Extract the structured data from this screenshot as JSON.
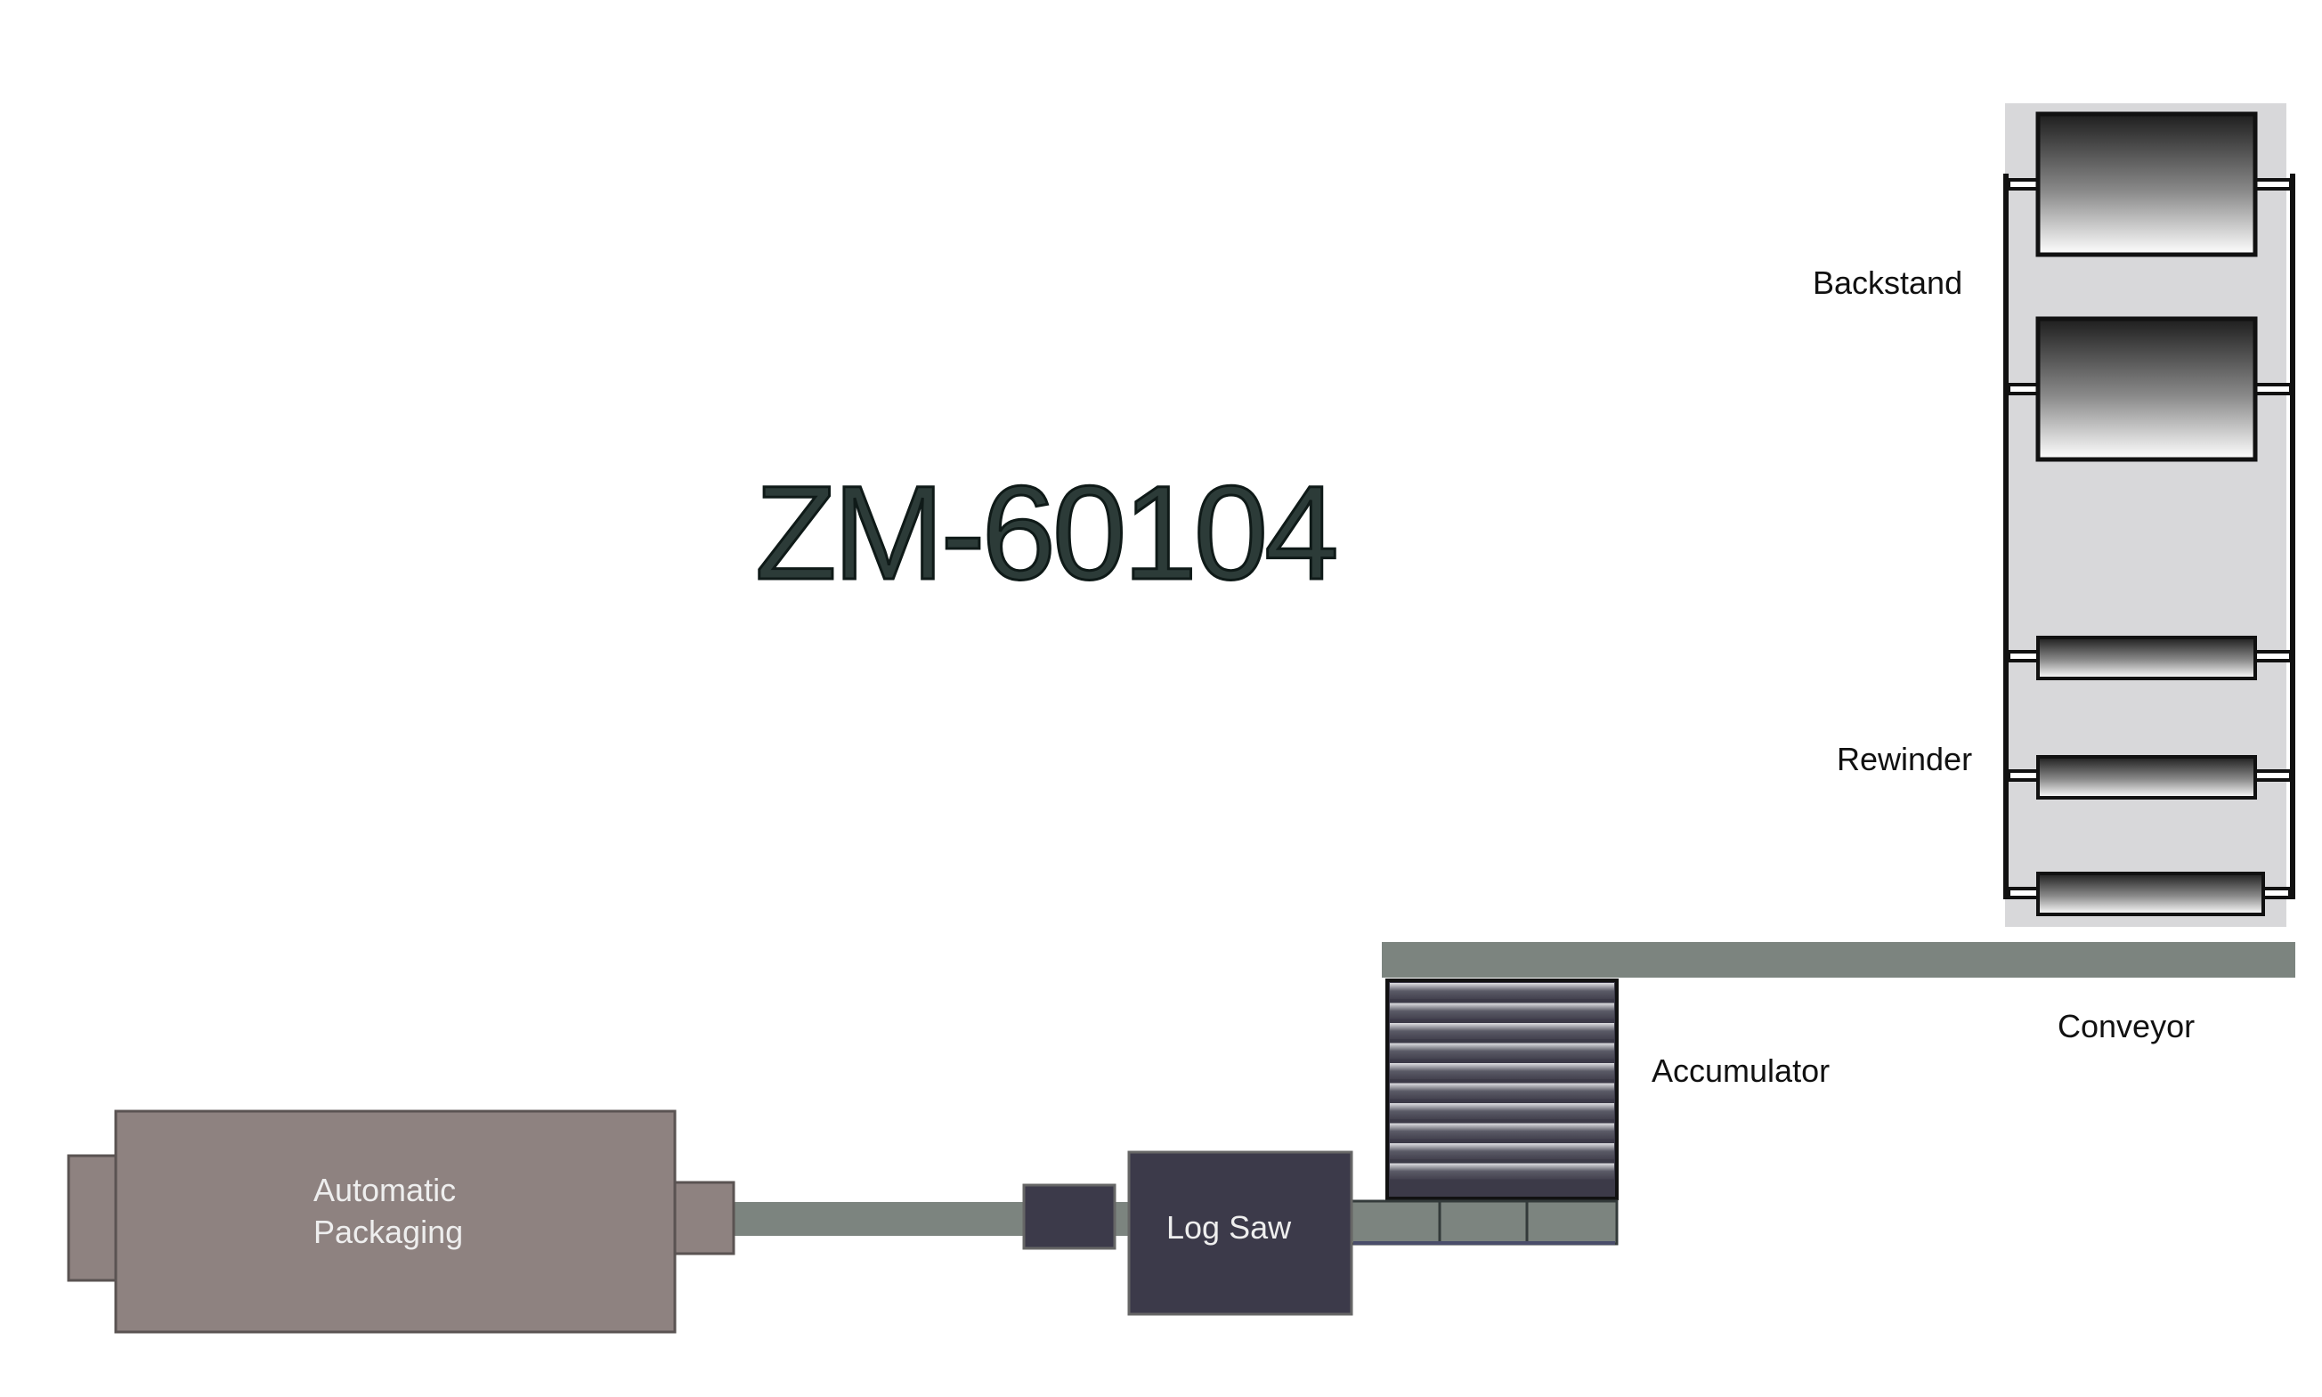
{
  "diagram": {
    "title": "ZM-60104",
    "labels": {
      "backstand": "Backstand",
      "rewinder": "Rewinder",
      "conveyor": "Conveyor",
      "accumulator": "Accumulator",
      "log_saw": "Log Saw",
      "packaging_line1": "Automatic",
      "packaging_line2": "Packaging"
    },
    "colors": {
      "title": "#2c3b38",
      "frame_bg": "#d8d8da",
      "frame_line": "#111111",
      "conveyor": "#7c847f",
      "log_saw": "#3c3a4a",
      "packaging": "#8e8280",
      "roller_dark": "#222222",
      "roller_light": "#ffffff"
    }
  }
}
